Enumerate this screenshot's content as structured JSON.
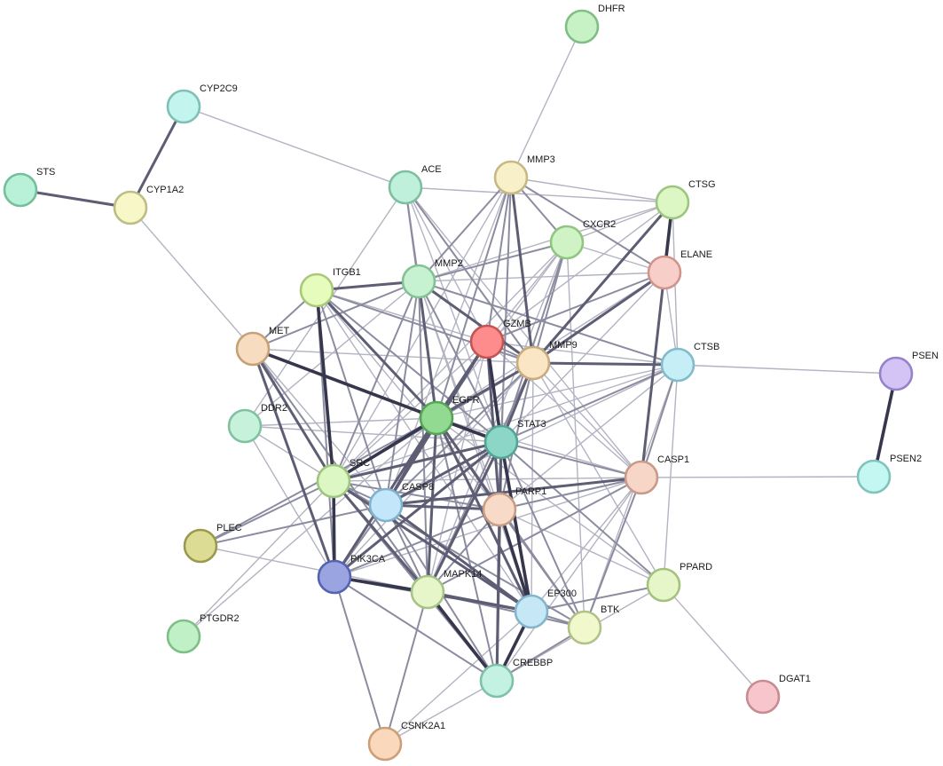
{
  "nodes": [
    {
      "id": "DHFR",
      "label": "DHFR",
      "fill": "#c6f2c6",
      "stroke": "#7fbf86"
    },
    {
      "id": "CYP2C9",
      "label": "CYP2C9",
      "fill": "#c4f4ee",
      "stroke": "#7fc0b6"
    },
    {
      "id": "STS",
      "label": "STS",
      "fill": "#b9f0d8",
      "stroke": "#74bf9d"
    },
    {
      "id": "CYP1A2",
      "label": "CYP1A2",
      "fill": "#f7f7c8",
      "stroke": "#bdbd86"
    },
    {
      "id": "ACE",
      "label": "ACE",
      "fill": "#bff0dc",
      "stroke": "#7dbf9f"
    },
    {
      "id": "MMP3",
      "label": "MMP3",
      "fill": "#f8f0c8",
      "stroke": "#c7b984"
    },
    {
      "id": "CTSG",
      "label": "CTSG",
      "fill": "#dcf6c4",
      "stroke": "#9ec67e"
    },
    {
      "id": "CXCR2",
      "label": "CXCR2",
      "fill": "#cff3c4",
      "stroke": "#90c682"
    },
    {
      "id": "ELANE",
      "label": "ELANE",
      "fill": "#f8cfc8",
      "stroke": "#cf948c"
    },
    {
      "id": "ITGB1",
      "label": "ITGB1",
      "fill": "#e6fcbc",
      "stroke": "#a8c97a"
    },
    {
      "id": "MMP2",
      "label": "MMP2",
      "fill": "#c6f2d2",
      "stroke": "#83c196"
    },
    {
      "id": "GZMB",
      "label": "GZMB",
      "fill": "#ff8c8c",
      "stroke": "#c45454"
    },
    {
      "id": "MET",
      "label": "MET",
      "fill": "#f7dcc0",
      "stroke": "#c5a17a"
    },
    {
      "id": "MMP9",
      "label": "MMP9",
      "fill": "#fae6c4",
      "stroke": "#c8ac7e"
    },
    {
      "id": "CTSB",
      "label": "CTSB",
      "fill": "#c6eef6",
      "stroke": "#82bccb"
    },
    {
      "id": "PSEN",
      "label": "PSEN",
      "fill": "#d4c4f6",
      "stroke": "#9682cb"
    },
    {
      "id": "EGFR",
      "label": "EGFR",
      "fill": "#92d992",
      "stroke": "#55a555"
    },
    {
      "id": "DDR2",
      "label": "DDR2",
      "fill": "#c6f2dc",
      "stroke": "#80c1a0"
    },
    {
      "id": "STAT3",
      "label": "STAT3",
      "fill": "#8cd6c8",
      "stroke": "#52a594"
    },
    {
      "id": "PSEN2",
      "label": "PSEN2",
      "fill": "#c4f6f2",
      "stroke": "#7fc3bd"
    },
    {
      "id": "SRC",
      "label": "SRC",
      "fill": "#dcf6c4",
      "stroke": "#9ec67e"
    },
    {
      "id": "CASP1",
      "label": "CASP1",
      "fill": "#f7d6c8",
      "stroke": "#c9998a"
    },
    {
      "id": "CASP8",
      "label": "CASP8",
      "fill": "#c4e6fa",
      "stroke": "#80b2cf"
    },
    {
      "id": "PARP1",
      "label": "PARP1",
      "fill": "#f7dac8",
      "stroke": "#c79d84"
    },
    {
      "id": "PLEC",
      "label": "PLEC",
      "fill": "#dcdc94",
      "stroke": "#9a9a4c"
    },
    {
      "id": "PIK3CA",
      "label": "PIK3CA",
      "fill": "#9aa4e0",
      "stroke": "#5563b4"
    },
    {
      "id": "MAPK14",
      "label": "MAPK14",
      "fill": "#e6f6c8",
      "stroke": "#a7c488"
    },
    {
      "id": "PPARD",
      "label": "PPARD",
      "fill": "#e6f6c8",
      "stroke": "#a3c27f"
    },
    {
      "id": "EP300",
      "label": "EP300",
      "fill": "#c6e8f6",
      "stroke": "#84b5cb"
    },
    {
      "id": "BTK",
      "label": "BTK",
      "fill": "#f0f8cc",
      "stroke": "#b2c187"
    },
    {
      "id": "PTGDR2",
      "label": "PTGDR2",
      "fill": "#c0f0c6",
      "stroke": "#7dbf86"
    },
    {
      "id": "CREBBP",
      "label": "CREBBP",
      "fill": "#c4f2e2",
      "stroke": "#7fc1a8"
    },
    {
      "id": "DGAT1",
      "label": "DGAT1",
      "fill": "#f6c6cc",
      "stroke": "#c98a92"
    },
    {
      "id": "CSNK2A1",
      "label": "CSNK2A1",
      "fill": "#fad8bc",
      "stroke": "#cc9f78"
    }
  ],
  "edges": [
    {
      "source": "DHFR",
      "target": "MMP3",
      "strength": 1
    },
    {
      "source": "CYP2C9",
      "target": "CYP1A2",
      "strength": 3
    },
    {
      "source": "CYP2C9",
      "target": "ACE",
      "strength": 1
    },
    {
      "source": "STS",
      "target": "CYP1A2",
      "strength": 3
    },
    {
      "source": "CYP1A2",
      "target": "MET",
      "strength": 1
    },
    {
      "source": "ACE",
      "target": "MMP2",
      "strength": 2
    },
    {
      "source": "ACE",
      "target": "MMP9",
      "strength": 2
    },
    {
      "source": "ACE",
      "target": "CTSG",
      "strength": 1
    },
    {
      "source": "ACE",
      "target": "EGFR",
      "strength": 2
    },
    {
      "source": "ACE",
      "target": "STAT3",
      "strength": 1
    },
    {
      "source": "ACE",
      "target": "CASP1",
      "strength": 1
    },
    {
      "source": "ACE",
      "target": "DDR2",
      "strength": 1
    },
    {
      "source": "ACE",
      "target": "GZMB",
      "strength": 1
    },
    {
      "source": "MMP3",
      "target": "MMP2",
      "strength": 2
    },
    {
      "source": "MMP3",
      "target": "MMP9",
      "strength": 3
    },
    {
      "source": "MMP3",
      "target": "CTSG",
      "strength": 1
    },
    {
      "source": "MMP3",
      "target": "CXCR2",
      "strength": 2
    },
    {
      "source": "MMP3",
      "target": "ELANE",
      "strength": 2
    },
    {
      "source": "MMP3",
      "target": "EGFR",
      "strength": 2
    },
    {
      "source": "MMP3",
      "target": "STAT3",
      "strength": 2
    },
    {
      "source": "MMP3",
      "target": "SRC",
      "strength": 1
    },
    {
      "source": "MMP3",
      "target": "CASP8",
      "strength": 1
    },
    {
      "source": "MMP3",
      "target": "PARP1",
      "strength": 1
    },
    {
      "source": "MMP3",
      "target": "GZMB",
      "strength": 2
    },
    {
      "source": "CTSG",
      "target": "ELANE",
      "strength": 4
    },
    {
      "source": "CTSG",
      "target": "CXCR2",
      "strength": 1
    },
    {
      "source": "CTSG",
      "target": "MMP2",
      "strength": 1
    },
    {
      "source": "CTSG",
      "target": "MMP9",
      "strength": 3
    },
    {
      "source": "CTSG",
      "target": "CTSB",
      "strength": 1
    },
    {
      "source": "CTSG",
      "target": "CASP1",
      "strength": 1
    },
    {
      "source": "CTSG",
      "target": "GZMB",
      "strength": 1
    },
    {
      "source": "CXCR2",
      "target": "ELANE",
      "strength": 1
    },
    {
      "source": "CXCR2",
      "target": "MMP9",
      "strength": 2
    },
    {
      "source": "CXCR2",
      "target": "MMP2",
      "strength": 2
    },
    {
      "source": "CXCR2",
      "target": "EGFR",
      "strength": 1
    },
    {
      "source": "CXCR2",
      "target": "STAT3",
      "strength": 2
    },
    {
      "source": "CXCR2",
      "target": "SRC",
      "strength": 1
    },
    {
      "source": "CXCR2",
      "target": "MAPK14",
      "strength": 1
    },
    {
      "source": "CXCR2",
      "target": "BTK",
      "strength": 1
    },
    {
      "source": "CXCR2",
      "target": "GZMB",
      "strength": 1
    },
    {
      "source": "ELANE",
      "target": "MMP9",
      "strength": 3
    },
    {
      "source": "ELANE",
      "target": "MMP2",
      "strength": 1
    },
    {
      "source": "ELANE",
      "target": "CTSB",
      "strength": 1
    },
    {
      "source": "ELANE",
      "target": "CASP1",
      "strength": 3
    },
    {
      "source": "ELANE",
      "target": "GZMB",
      "strength": 2
    },
    {
      "source": "ELANE",
      "target": "EGFR",
      "strength": 1
    },
    {
      "source": "ELANE",
      "target": "STAT3",
      "strength": 1
    },
    {
      "source": "ITGB1",
      "target": "MMP2",
      "strength": 3
    },
    {
      "source": "ITGB1",
      "target": "EGFR",
      "strength": 3
    },
    {
      "source": "ITGB1",
      "target": "SRC",
      "strength": 4
    },
    {
      "source": "ITGB1",
      "target": "MMP9",
      "strength": 2
    },
    {
      "source": "ITGB1",
      "target": "STAT3",
      "strength": 2
    },
    {
      "source": "ITGB1",
      "target": "CASP8",
      "strength": 2
    },
    {
      "source": "ITGB1",
      "target": "PIK3CA",
      "strength": 2
    },
    {
      "source": "ITGB1",
      "target": "MET",
      "strength": 2
    },
    {
      "source": "ITGB1",
      "target": "PARP1",
      "strength": 1
    },
    {
      "source": "ITGB1",
      "target": "EP300",
      "strength": 1
    },
    {
      "source": "ITGB1",
      "target": "GZMB",
      "strength": 1
    },
    {
      "source": "MMP2",
      "target": "MMP9",
      "strength": 3
    },
    {
      "source": "MMP2",
      "target": "EGFR",
      "strength": 3
    },
    {
      "source": "MMP2",
      "target": "STAT3",
      "strength": 2
    },
    {
      "source": "MMP2",
      "target": "SRC",
      "strength": 2
    },
    {
      "source": "MMP2",
      "target": "CASP8",
      "strength": 2
    },
    {
      "source": "MMP2",
      "target": "MET",
      "strength": 2
    },
    {
      "source": "MMP2",
      "target": "MAPK14",
      "strength": 2
    },
    {
      "source": "MMP2",
      "target": "PARP1",
      "strength": 1
    },
    {
      "source": "MMP2",
      "target": "DDR2",
      "strength": 1
    },
    {
      "source": "MMP2",
      "target": "CTSB",
      "strength": 2
    },
    {
      "source": "MMP2",
      "target": "EP300",
      "strength": 1
    },
    {
      "source": "GZMB",
      "target": "EGFR",
      "strength": 3
    },
    {
      "source": "GZMB",
      "target": "STAT3",
      "strength": 4
    },
    {
      "source": "GZMB",
      "target": "MMP9",
      "strength": 2
    },
    {
      "source": "GZMB",
      "target": "CASP8",
      "strength": 3
    },
    {
      "source": "GZMB",
      "target": "PARP1",
      "strength": 3
    },
    {
      "source": "GZMB",
      "target": "CASP1",
      "strength": 1
    },
    {
      "source": "GZMB",
      "target": "SRC",
      "strength": 1
    },
    {
      "source": "GZMB",
      "target": "MAPK14",
      "strength": 1
    },
    {
      "source": "GZMB",
      "target": "CTSB",
      "strength": 1
    },
    {
      "source": "MET",
      "target": "EGFR",
      "strength": 4
    },
    {
      "source": "MET",
      "target": "SRC",
      "strength": 3
    },
    {
      "source": "MET",
      "target": "PIK3CA",
      "strength": 3
    },
    {
      "source": "MET",
      "target": "STAT3",
      "strength": 3
    },
    {
      "source": "MET",
      "target": "CASP8",
      "strength": 1
    },
    {
      "source": "MET",
      "target": "MAPK14",
      "strength": 2
    },
    {
      "source": "MET",
      "target": "MMP9",
      "strength": 1
    },
    {
      "source": "MMP9",
      "target": "EGFR",
      "strength": 3
    },
    {
      "source": "MMP9",
      "target": "STAT3",
      "strength": 3
    },
    {
      "source": "MMP9",
      "target": "CTSB",
      "strength": 3
    },
    {
      "source": "MMP9",
      "target": "SRC",
      "strength": 2
    },
    {
      "source": "MMP9",
      "target": "CASP8",
      "strength": 2
    },
    {
      "source": "MMP9",
      "target": "PARP1",
      "strength": 2
    },
    {
      "source": "MMP9",
      "target": "MAPK14",
      "strength": 2
    },
    {
      "source": "MMP9",
      "target": "EP300",
      "strength": 1
    },
    {
      "source": "MMP9",
      "target": "CASP1",
      "strength": 1
    },
    {
      "source": "MMP9",
      "target": "PPARD",
      "strength": 1
    },
    {
      "source": "MMP9",
      "target": "PIK3CA",
      "strength": 1
    },
    {
      "source": "CTSB",
      "target": "CASP1",
      "strength": 2
    },
    {
      "source": "CTSB",
      "target": "PSEN",
      "strength": 1
    },
    {
      "source": "CTSB",
      "target": "STAT3",
      "strength": 2
    },
    {
      "source": "CTSB",
      "target": "EGFR",
      "strength": 1
    },
    {
      "source": "CTSB",
      "target": "CASP8",
      "strength": 1
    },
    {
      "source": "CTSB",
      "target": "PARP1",
      "strength": 1
    },
    {
      "source": "CTSB",
      "target": "SRC",
      "strength": 1
    },
    {
      "source": "CTSB",
      "target": "BTK",
      "strength": 1
    },
    {
      "source": "PSEN",
      "target": "PSEN2",
      "strength": 4
    },
    {
      "source": "EGFR",
      "target": "STAT3",
      "strength": 4
    },
    {
      "source": "EGFR",
      "target": "SRC",
      "strength": 4
    },
    {
      "source": "EGFR",
      "target": "CASP8",
      "strength": 3
    },
    {
      "source": "EGFR",
      "target": "PARP1",
      "strength": 3
    },
    {
      "source": "EGFR",
      "target": "PIK3CA",
      "strength": 3
    },
    {
      "source": "EGFR",
      "target": "MAPK14",
      "strength": 3
    },
    {
      "source": "EGFR",
      "target": "EP300",
      "strength": 3
    },
    {
      "source": "EGFR",
      "target": "CREBBP",
      "strength": 2
    },
    {
      "source": "EGFR",
      "target": "DDR2",
      "strength": 1
    },
    {
      "source": "EGFR",
      "target": "CASP1",
      "strength": 1
    },
    {
      "source": "EGFR",
      "target": "BTK",
      "strength": 2
    },
    {
      "source": "EGFR",
      "target": "PLEC",
      "strength": 2
    },
    {
      "source": "EGFR",
      "target": "PPARD",
      "strength": 1
    },
    {
      "source": "STAT3",
      "target": "SRC",
      "strength": 3
    },
    {
      "source": "STAT3",
      "target": "CASP8",
      "strength": 3
    },
    {
      "source": "STAT3",
      "target": "PARP1",
      "strength": 3
    },
    {
      "source": "STAT3",
      "target": "PIK3CA",
      "strength": 3
    },
    {
      "source": "STAT3",
      "target": "MAPK14",
      "strength": 3
    },
    {
      "source": "STAT3",
      "target": "EP300",
      "strength": 4
    },
    {
      "source": "STAT3",
      "target": "CREBBP",
      "strength": 3
    },
    {
      "source": "STAT3",
      "target": "CASP1",
      "strength": 2
    },
    {
      "source": "STAT3",
      "target": "BTK",
      "strength": 2
    },
    {
      "source": "STAT3",
      "target": "PPARD",
      "strength": 2
    },
    {
      "source": "STAT3",
      "target": "DDR2",
      "strength": 1
    },
    {
      "source": "SRC",
      "target": "CASP8",
      "strength": 2
    },
    {
      "source": "SRC",
      "target": "PIK3CA",
      "strength": 4
    },
    {
      "source": "SRC",
      "target": "PARP1",
      "strength": 2
    },
    {
      "source": "SRC",
      "target": "MAPK14",
      "strength": 3
    },
    {
      "source": "SRC",
      "target": "EP300",
      "strength": 3
    },
    {
      "source": "SRC",
      "target": "CREBBP",
      "strength": 2
    },
    {
      "source": "SRC",
      "target": "PLEC",
      "strength": 2
    },
    {
      "source": "SRC",
      "target": "DDR2",
      "strength": 1
    },
    {
      "source": "SRC",
      "target": "BTK",
      "strength": 2
    },
    {
      "source": "SRC",
      "target": "PTGDR2",
      "strength": 1
    },
    {
      "source": "SRC",
      "target": "CASP1",
      "strength": 1
    },
    {
      "source": "CASP1",
      "target": "CASP8",
      "strength": 3
    },
    {
      "source": "CASP1",
      "target": "PARP1",
      "strength": 2
    },
    {
      "source": "CASP1",
      "target": "PSEN2",
      "strength": 1
    },
    {
      "source": "CASP1",
      "target": "MAPK14",
      "strength": 2
    },
    {
      "source": "CASP1",
      "target": "BTK",
      "strength": 2
    },
    {
      "source": "CASP1",
      "target": "EP300",
      "strength": 1
    },
    {
      "source": "CASP1",
      "target": "CREBBP",
      "strength": 1
    },
    {
      "source": "CASP1",
      "target": "PIK3CA",
      "strength": 1
    },
    {
      "source": "CASP8",
      "target": "PARP1",
      "strength": 3
    },
    {
      "source": "CASP8",
      "target": "PIK3CA",
      "strength": 2
    },
    {
      "source": "CASP8",
      "target": "MAPK14",
      "strength": 2
    },
    {
      "source": "CASP8",
      "target": "EP300",
      "strength": 3
    },
    {
      "source": "CASP8",
      "target": "CREBBP",
      "strength": 2
    },
    {
      "source": "CASP8",
      "target": "PLEC",
      "strength": 2
    },
    {
      "source": "PARP1",
      "target": "EP300",
      "strength": 4
    },
    {
      "source": "PARP1",
      "target": "CREBBP",
      "strength": 3
    },
    {
      "source": "PARP1",
      "target": "MAPK14",
      "strength": 2
    },
    {
      "source": "PARP1",
      "target": "PIK3CA",
      "strength": 2
    },
    {
      "source": "PARP1",
      "target": "BTK",
      "strength": 2
    },
    {
      "source": "PARP1",
      "target": "PPARD",
      "strength": 1
    },
    {
      "source": "PLEC",
      "target": "MAPK14",
      "strength": 1
    },
    {
      "source": "PIK3CA",
      "target": "MAPK14",
      "strength": 4
    },
    {
      "source": "PIK3CA",
      "target": "EP300",
      "strength": 3
    },
    {
      "source": "PIK3CA",
      "target": "CREBBP",
      "strength": 2
    },
    {
      "source": "PIK3CA",
      "target": "CSNK2A1",
      "strength": 2
    },
    {
      "source": "MAPK14",
      "target": "EP300",
      "strength": 3
    },
    {
      "source": "MAPK14",
      "target": "CREBBP",
      "strength": 4
    },
    {
      "source": "MAPK14",
      "target": "BTK",
      "strength": 2
    },
    {
      "source": "MAPK14",
      "target": "CSNK2A1",
      "strength": 2
    },
    {
      "source": "PPARD",
      "target": "EP300",
      "strength": 2
    },
    {
      "source": "PPARD",
      "target": "CREBBP",
      "strength": 1
    },
    {
      "source": "PPARD",
      "target": "DGAT1",
      "strength": 1
    },
    {
      "source": "PPARD",
      "target": "CTSB",
      "strength": 1
    },
    {
      "source": "EP300",
      "target": "CREBBP",
      "strength": 4
    },
    {
      "source": "EP300",
      "target": "BTK",
      "strength": 2
    },
    {
      "source": "EP300",
      "target": "CSNK2A1",
      "strength": 1
    },
    {
      "source": "BTK",
      "target": "CREBBP",
      "strength": 2
    },
    {
      "source": "CREBBP",
      "target": "CSNK2A1",
      "strength": 1
    },
    {
      "source": "DDR2",
      "target": "PIK3CA",
      "strength": 1
    },
    {
      "source": "PTGDR2",
      "target": "EGFR",
      "strength": 1
    }
  ]
}
